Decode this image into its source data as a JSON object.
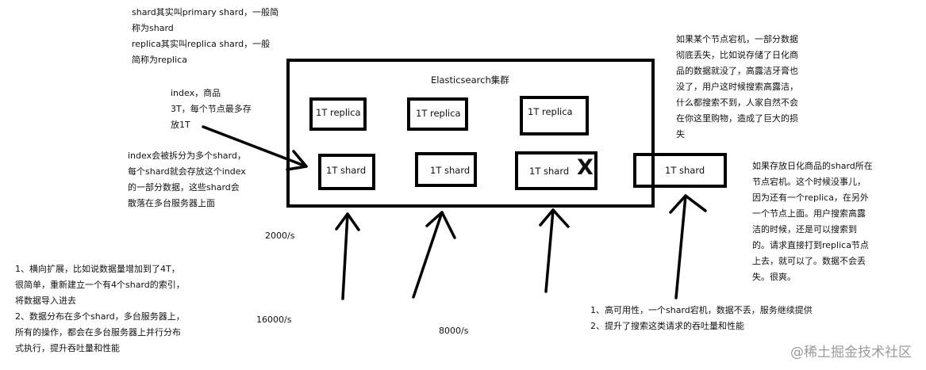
{
  "notes": {
    "top_left": [
      "shard其实叫primary shard，一般简",
      "称为shard",
      "replica其实叫replica shard，一般",
      "简称为replica"
    ],
    "index": [
      "index，商品",
      "3T，每个节点最多存",
      "放1T"
    ],
    "split": [
      "index会被拆分为多个shard，",
      "每个shard就会存放这个index",
      "的一部分数据，这些shard会",
      "散落在多台服务器上面"
    ],
    "scale": [
      "1、横向扩展，比如说数据量增加到了4T，",
      "很简单，重新建立一个有4个shard的索引，",
      "将数据导入进去",
      "2、数据分布在多个shard，多台服务器上，",
      "所有的操作，都会在多台服务器上并行分布",
      "式执行，提升吞吐量和性能"
    ],
    "outage": [
      "如果某个节点宕机，一部分数据",
      "彻底丢失，比如说存储了日化商",
      "品的数据就没了，高露洁牙膏也",
      "没了，用户这时候搜索高露洁，",
      "什么都搜索不到，人家自然不会",
      "在你这里购物，造成了巨大的损",
      "失"
    ],
    "replica_note": [
      "如果存放日化商品的shard所在",
      "节点宕机。这个时候没事儿，",
      "因为还有一个replica，在另外",
      "一个节点上面。用户搜索高露",
      "洁的时候，还是可以搜索到",
      "的。请求直接打到replica节点",
      "上去，就可以了。数据不会丢",
      "失。很爽。"
    ],
    "availability": [
      "1、高可用性，一个shard宕机，数据不丢，服务继续提供",
      "2、提升了搜索这类请求的吞吐量和性能"
    ]
  },
  "cluster": {
    "title": "Elasticsearch集群",
    "replicas": [
      "1T replica",
      "1T replica",
      "1T replica"
    ],
    "shards": [
      "1T shard",
      "1T shard",
      "1T shard"
    ],
    "failed_marker": "X",
    "outside_shard": "1T shard"
  },
  "throughput": {
    "a": "2000/s",
    "b": "16000/s",
    "c": "8000/s"
  },
  "watermark": "@稀土掘金技术社区"
}
